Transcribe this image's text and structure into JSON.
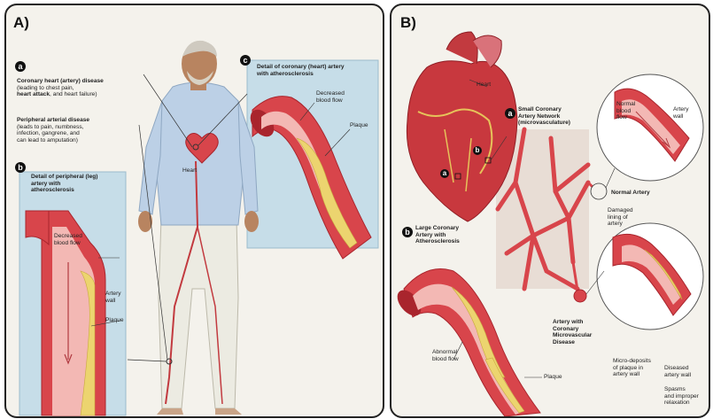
{
  "panel_a": {
    "label": "A)",
    "badge_a": "a",
    "badge_b": "b",
    "badge_c": "c",
    "chd_title": "Coronary heart (artery) disease",
    "chd_desc1": "(leading to chest pain,",
    "chd_desc2_bold": "heart attack",
    "chd_desc2_rest": ", and heart failure)",
    "pad_title": "Peripheral arterial disease",
    "pad_desc": [
      "(leads to pain, numbness,",
      "infection, gangrene, and",
      "can lead to amputation)"
    ],
    "heart_label": "Heart",
    "leg_detail_title": [
      "Detail of peripheral (leg)",
      "artery with",
      "atherosclerosis"
    ],
    "leg_decreased_flow": [
      "Decreased",
      "blood flow"
    ],
    "leg_artery_wall": [
      "Artery",
      "wall"
    ],
    "leg_plaque": "Plaque",
    "coronary_detail_title": [
      "Detail of coronary (heart) artery",
      "with atherosclerosis"
    ],
    "coronary_decreased_flow": [
      "Decreased",
      "blood flow"
    ],
    "coronary_plaque": "Plaque"
  },
  "panel_b": {
    "label": "B)",
    "badge_a": "a",
    "badge_b": "b",
    "heart_label": "Heart",
    "heart_marker_a": "a",
    "heart_marker_b": "b",
    "small_network_title": [
      "Small Coronary",
      "Artery Network",
      "(microvasculature)"
    ],
    "normal_blood_flow": [
      "Normal",
      "blood",
      "flow"
    ],
    "artery_wall": [
      "Artery",
      "wall"
    ],
    "normal_artery": "Normal Artery",
    "damaged_lining": [
      "Damaged",
      "lining of",
      "artery"
    ],
    "large_coronary_title": [
      "Large Coronary",
      "Artery with",
      "Atherosclerosis"
    ],
    "abnormal_flow": [
      "Abnormal",
      "blood flow"
    ],
    "plaque": "Plaque",
    "micro_disease_title": [
      "Artery with",
      "Coronary",
      "Microvascular",
      "Disease"
    ],
    "micro_deposits": [
      "Micro-deposits",
      "of plaque in",
      "artery wall"
    ],
    "diseased_wall": [
      "Diseased",
      "artery wall"
    ],
    "spasms": [
      "Spasms",
      "and improper",
      "relaxation"
    ]
  },
  "colors": {
    "artery_red": "#d8454b",
    "artery_dark": "#a9252d",
    "plaque_yellow": "#ecd46f",
    "lumen_pink": "#f3b8b4",
    "detail_box_blue": "#c6dde8"
  }
}
